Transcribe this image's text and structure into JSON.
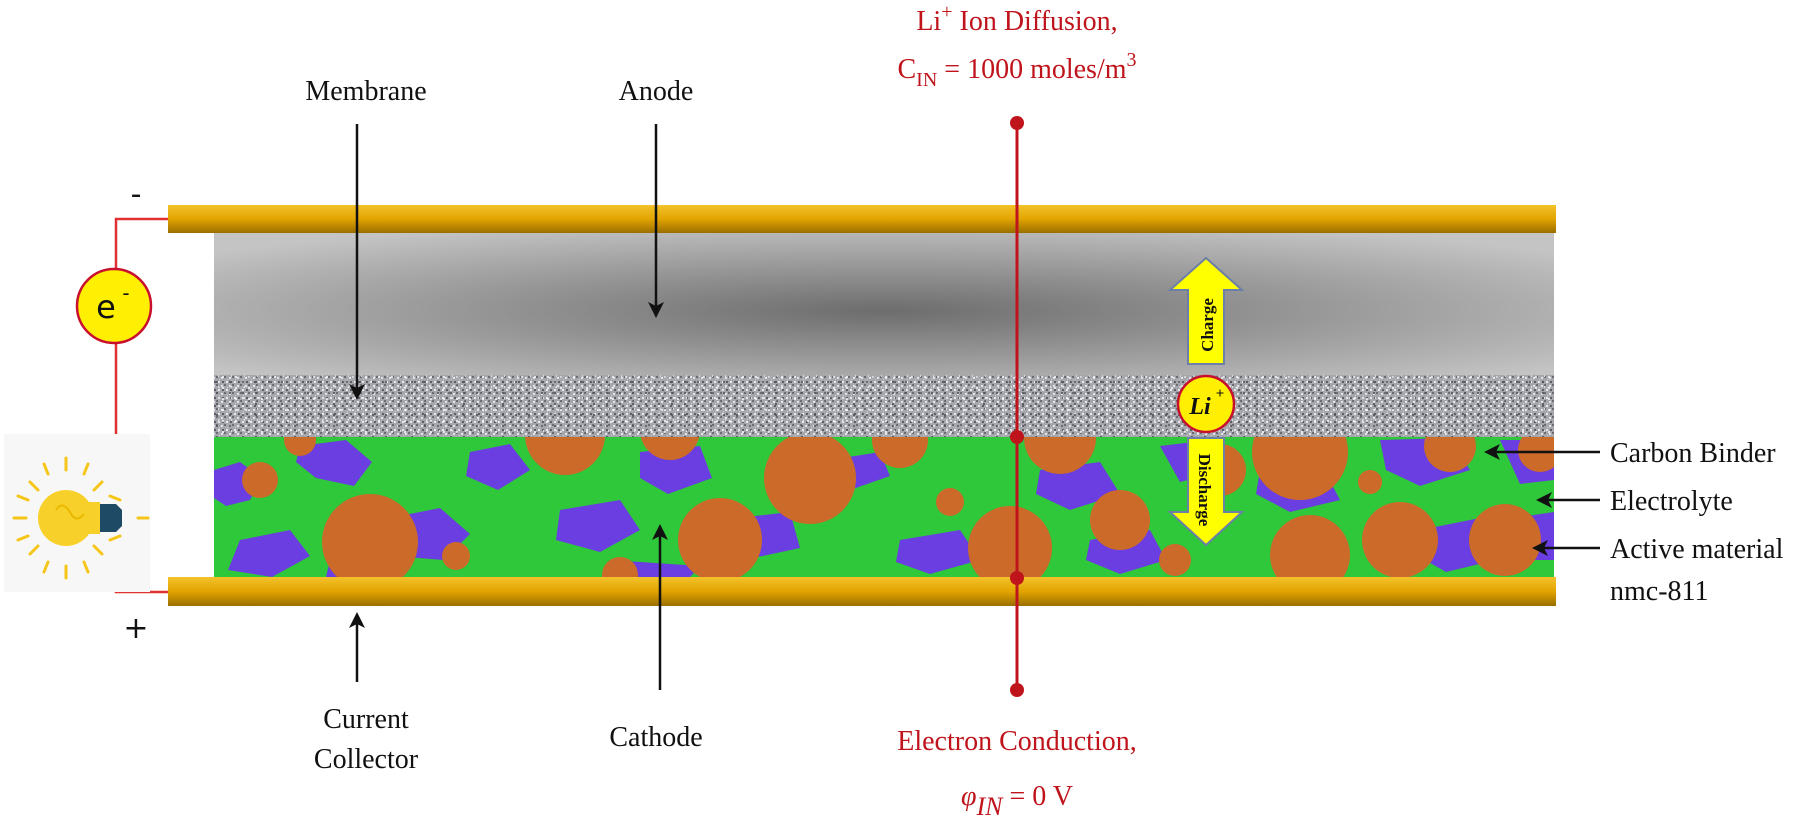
{
  "labels": {
    "membrane": "Membrane",
    "anode": "Anode",
    "current_collector_line1": "Current",
    "current_collector_line2": "Collector",
    "cathode": "Cathode",
    "carbon_binder": "Carbon Binder",
    "electrolyte": "Electrolyte",
    "active_material_line1": "Active material",
    "active_material_line2": "nmc-811"
  },
  "boundary_top": {
    "line1_prefix": "Li",
    "line1_sup": "+",
    "line1_suffix": " Ion Diffusion,",
    "line2_prefix": "C",
    "line2_sub": "IN",
    "line2_suffix": " = 1000 moles/m",
    "line2_sup": "3"
  },
  "boundary_bottom": {
    "line1": "Electron Conduction,",
    "phi": "φ",
    "phi_sub": "IN",
    "eq": " = 0 V"
  },
  "circuit": {
    "minus": "-",
    "plus": "+",
    "electron": "e",
    "electron_sup": "-"
  },
  "ion": {
    "li": "Li",
    "li_sup": "+",
    "charge": "Charge",
    "discharge": "Discharge"
  },
  "colors": {
    "collector": "#e2a400",
    "wire": "#e03030",
    "boundary_red": "#c0141c",
    "active_material": "#cc6a2a",
    "electrolyte": "#2ec83a",
    "carbon_binder": "#6a3ee0",
    "membrane": "#a9aab0",
    "anode_light": "#c0c0c0",
    "anode_dark": "#6a6a6a",
    "arrow_yellow": "#ffff00",
    "bulb_yellow": "#f7d12a"
  }
}
